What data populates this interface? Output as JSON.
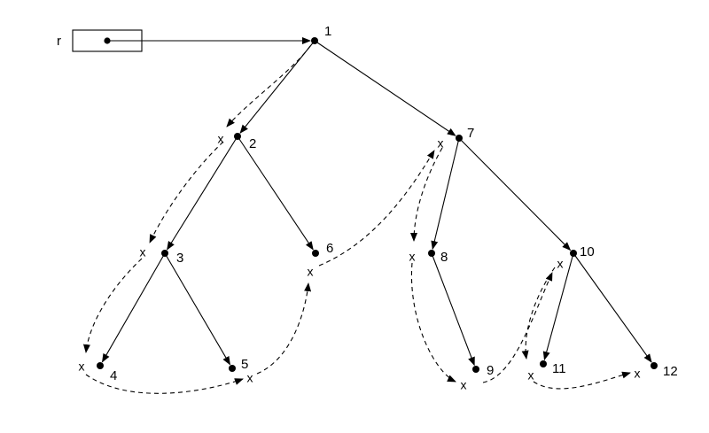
{
  "root_pointer": {
    "label": "r"
  },
  "nodes": [
    {
      "id": "1",
      "label": "1"
    },
    {
      "id": "2",
      "label": "2"
    },
    {
      "id": "3",
      "label": "3"
    },
    {
      "id": "4",
      "label": "4"
    },
    {
      "id": "5",
      "label": "5"
    },
    {
      "id": "6",
      "label": "6"
    },
    {
      "id": "7",
      "label": "7"
    },
    {
      "id": "8",
      "label": "8"
    },
    {
      "id": "9",
      "label": "9"
    },
    {
      "id": "10",
      "label": "10"
    },
    {
      "id": "11",
      "label": "11"
    },
    {
      "id": "12",
      "label": "12"
    }
  ],
  "tree_edges": [
    [
      "1",
      "2"
    ],
    [
      "1",
      "7"
    ],
    [
      "2",
      "3"
    ],
    [
      "2",
      "6"
    ],
    [
      "3",
      "4"
    ],
    [
      "3",
      "5"
    ],
    [
      "7",
      "8"
    ],
    [
      "7",
      "10"
    ],
    [
      "8",
      "9"
    ],
    [
      "10",
      "11"
    ],
    [
      "10",
      "12"
    ]
  ],
  "thread_marker": "x",
  "thread_path": [
    "1",
    "2",
    "3",
    "4",
    "5",
    "6",
    "7",
    "8",
    "9",
    "10",
    "11",
    "12"
  ]
}
